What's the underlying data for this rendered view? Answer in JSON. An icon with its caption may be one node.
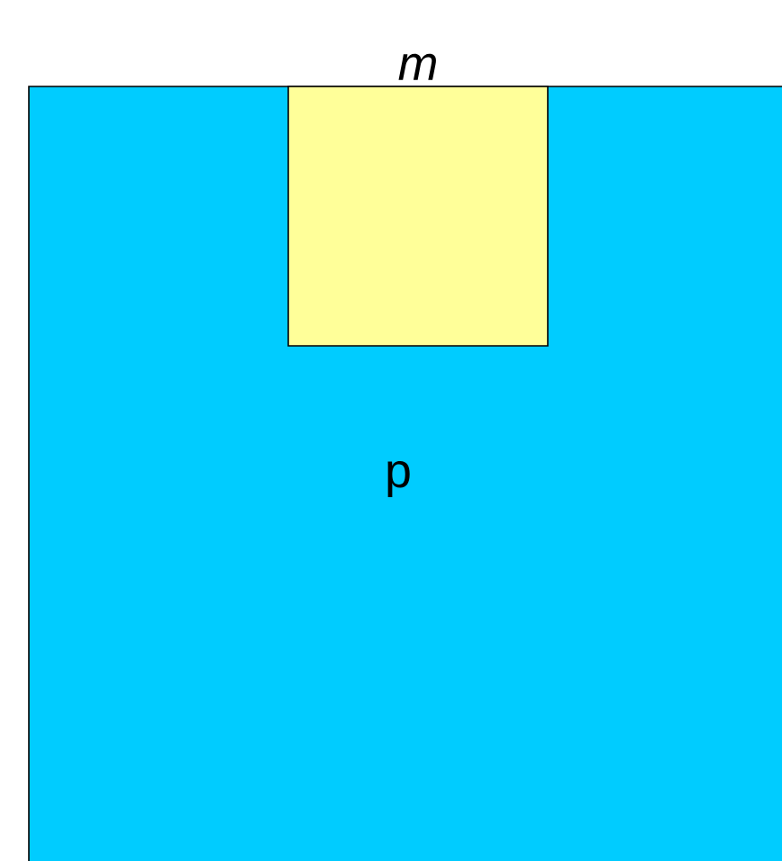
{
  "diagram": {
    "nodes": [
      {
        "text": [
          "p"
        ]
      },
      {
        "text": [
          "m"
        ],
        "in": 0
      }
    ]
  }
}
